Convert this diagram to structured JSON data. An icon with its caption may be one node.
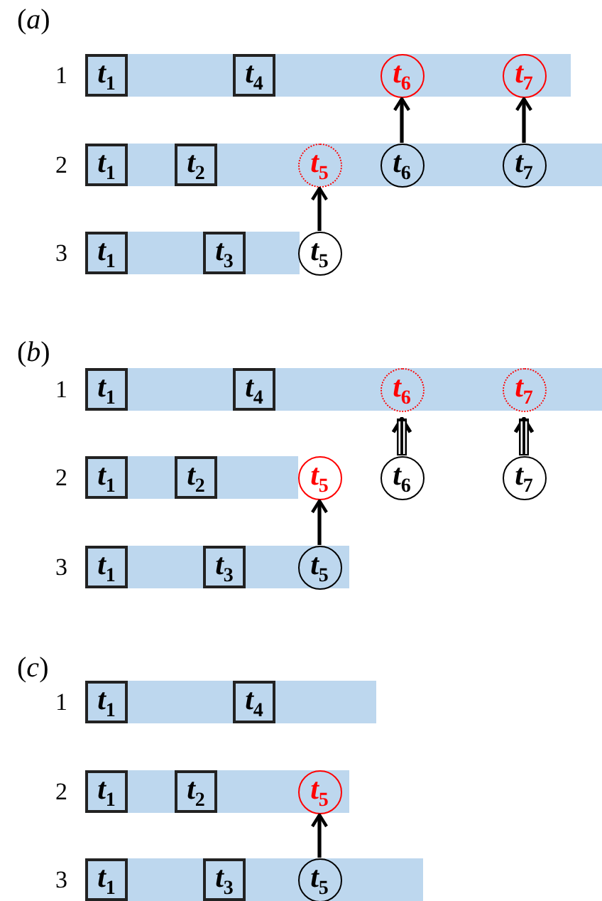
{
  "diagram": {
    "nodes": [
      {
        "text": [
          "1"
        ]
      },
      {
        "text": [
          "*t*$_{1}$"
        ],
        "in": 0
      },
      {
        "text": [
          "*t*$_{4}$"
        ],
        "in": 0
      },
      {
        "text": [
          "*t*$_{6}$"
        ],
        "in": 0
      },
      {
        "text": [
          "*t*$_{7}$"
        ],
        "in": 0
      },
      {
        "text": [
          "2"
        ]
      },
      {
        "text": [
          "*t*$_{1}$"
        ],
        "in": 5
      },
      {
        "text": [
          "*t*$_{2}$"
        ],
        "in": 5
      },
      {
        "text": [
          "*t*$_{5}$"
        ],
        "in": 5
      },
      {
        "text": [
          "*t*$_{6}$"
        ],
        "in": 5
      },
      {
        "text": [
          "*t*$_{7}$"
        ],
        "in": 5
      },
      {
        "text": [
          "3"
        ]
      },
      {
        "text": [
          "*t*$_{1}$"
        ],
        "in": 11
      },
      {
        "text": [
          "*t*$_{3}$"
        ],
        "in": 11
      },
      {
        "text": [
          "*t*$_{5}$"
        ]
      },
      {
        "text": [
          "1"
        ]
      },
      {
        "text": [
          "*t*$_{1}$"
        ],
        "in": 15
      },
      {
        "text": [
          "*t*$_{4}$"
        ],
        "in": 15
      },
      {
        "text": [
          "*t*$_{6}$"
        ],
        "in": 15
      },
      {
        "text": [
          "*t*$_{7}$"
        ],
        "in": 15
      },
      {
        "text": [
          "2"
        ]
      },
      {
        "text": [
          "*t*$_{1}$"
        ],
        "in": 20
      },
      {
        "text": [
          "*t*$_{2}$"
        ],
        "in": 20
      },
      {
        "text": [
          "*t*$_{5}$"
        ]
      },
      {
        "text": [
          "*t*$_{6}$"
        ]
      },
      {
        "text": [
          "*t*$_{7}$"
        ]
      },
      {
        "text": [
          "3"
        ]
      },
      {
        "text": [
          "*t*$_{1}$"
        ],
        "in": 26
      },
      {
        "text": [
          "*t*$_{3}$"
        ],
        "in": 26
      },
      {
        "text": [
          "*t*$_{5}$"
        ],
        "in": 26
      },
      {
        "text": [
          "1"
        ]
      },
      {
        "text": [
          "*t*$_{1}$"
        ],
        "in": 30
      },
      {
        "text": [
          "*t*$_{4}$"
        ],
        "in": 30
      },
      {
        "text": [
          "2"
        ]
      },
      {
        "text": [
          "*t*$_{1}$"
        ],
        "in": 33
      },
      {
        "text": [
          "*t*$_{2}$"
        ],
        "in": 33
      },
      {
        "text": [
          "*t*$_{5}$"
        ],
        "in": 33
      },
      {
        "text": [
          "3"
        ]
      },
      {
        "text": [
          "*t*$_{1}$"
        ],
        "in": 37
      },
      {
        "text": [
          "*t*$_{3}$"
        ],
        "in": 37
      },
      {
        "text": [
          "*t*$_{5}$"
        ],
        "in": 37
      }
    ],
    "edges": [
      {
        "from": 14,
        "to": 8,
        "arrow": "to"
      },
      {
        "from": 9,
        "to": 3,
        "arrow": "to"
      },
      {
        "from": 10,
        "to": 4,
        "arrow": "to"
      },
      {
        "from": 29,
        "to": 23,
        "arrow": "to"
      },
      {
        "from": 24,
        "to": 18,
        "arrow": "to",
        "style": "thick"
      },
      {
        "from": 25,
        "to": 19,
        "arrow": "to",
        "style": "thick"
      },
      {
        "from": 40,
        "to": 36,
        "arrow": "to"
      }
    ],
    "labels": [
      "(*a*)",
      "(*b*)",
      "(*c*)"
    ]
  }
}
